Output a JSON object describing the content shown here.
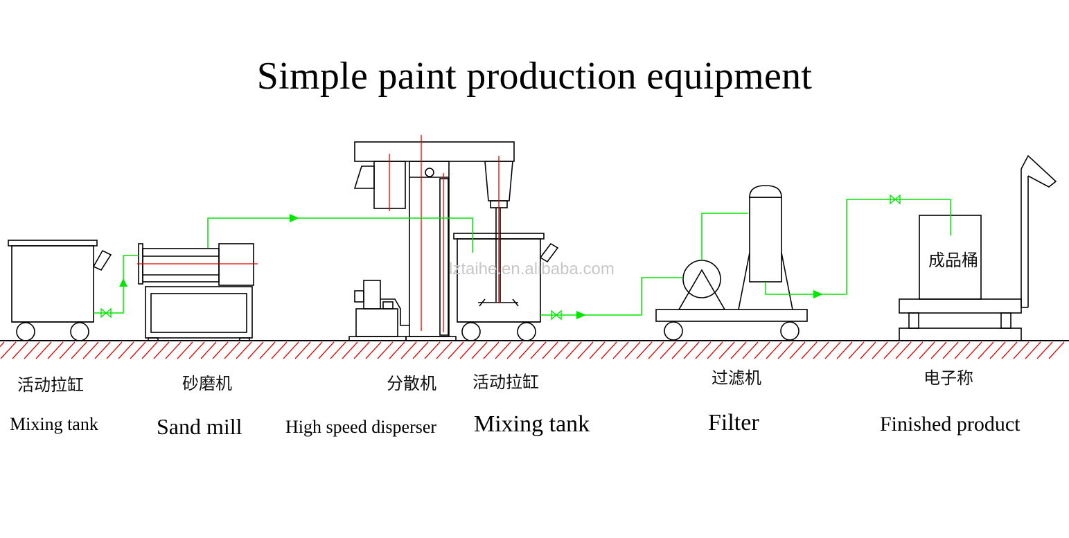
{
  "title": "Simple paint production equipment",
  "watermark": "lztaihe.en.alibaba.com",
  "finished_product_bucket_label": "成品桶",
  "stations": [
    {
      "cn": "活动拉缸",
      "en": "Mixing tank"
    },
    {
      "cn": "砂磨机",
      "en": "Sand mill"
    },
    {
      "cn": "分散机",
      "en": "High speed disperser"
    },
    {
      "cn": "活动拉缸",
      "en": "Mixing tank"
    },
    {
      "cn": "过滤机",
      "en": "Filter"
    },
    {
      "cn": "电子称",
      "en": "Finished product"
    }
  ],
  "colors": {
    "line": "#000000",
    "flow": "#00e600",
    "centerline": "#e00000",
    "ground_hatch": "#e00000"
  }
}
